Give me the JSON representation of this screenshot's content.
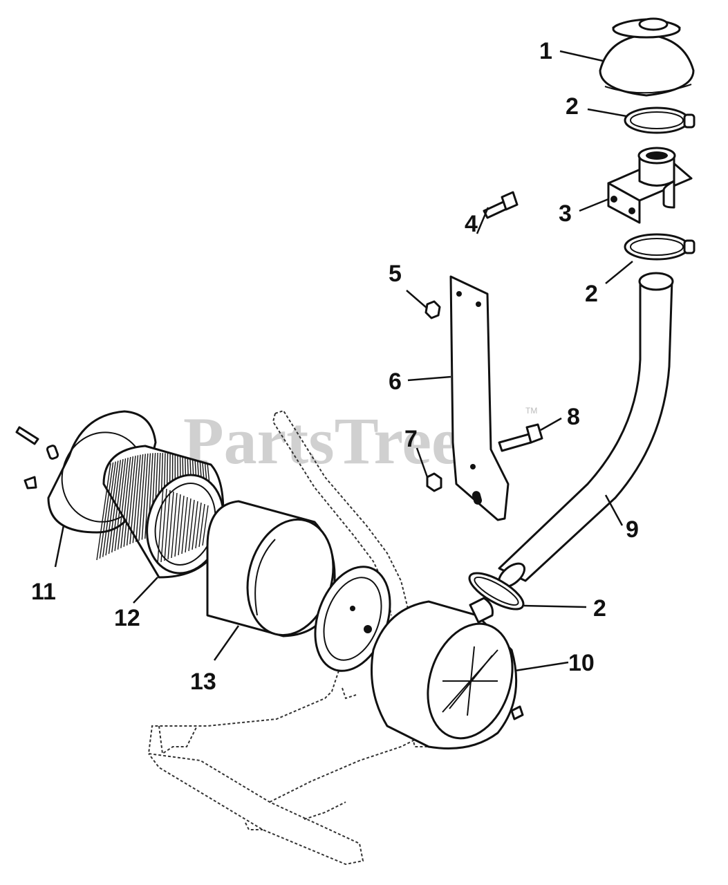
{
  "watermark": {
    "text": "PartsTree",
    "tm": "TM"
  },
  "callouts": [
    {
      "id": "c1",
      "label": "1"
    },
    {
      "id": "c2a",
      "label": "2"
    },
    {
      "id": "c3",
      "label": "3"
    },
    {
      "id": "c4",
      "label": "4"
    },
    {
      "id": "c2b",
      "label": "2"
    },
    {
      "id": "c5",
      "label": "5"
    },
    {
      "id": "c6",
      "label": "6"
    },
    {
      "id": "c8",
      "label": "8"
    },
    {
      "id": "c7",
      "label": "7"
    },
    {
      "id": "c9",
      "label": "9"
    },
    {
      "id": "c11",
      "label": "11"
    },
    {
      "id": "c12",
      "label": "12"
    },
    {
      "id": "c2c",
      "label": "2"
    },
    {
      "id": "c13",
      "label": "13"
    },
    {
      "id": "c10",
      "label": "10"
    }
  ]
}
